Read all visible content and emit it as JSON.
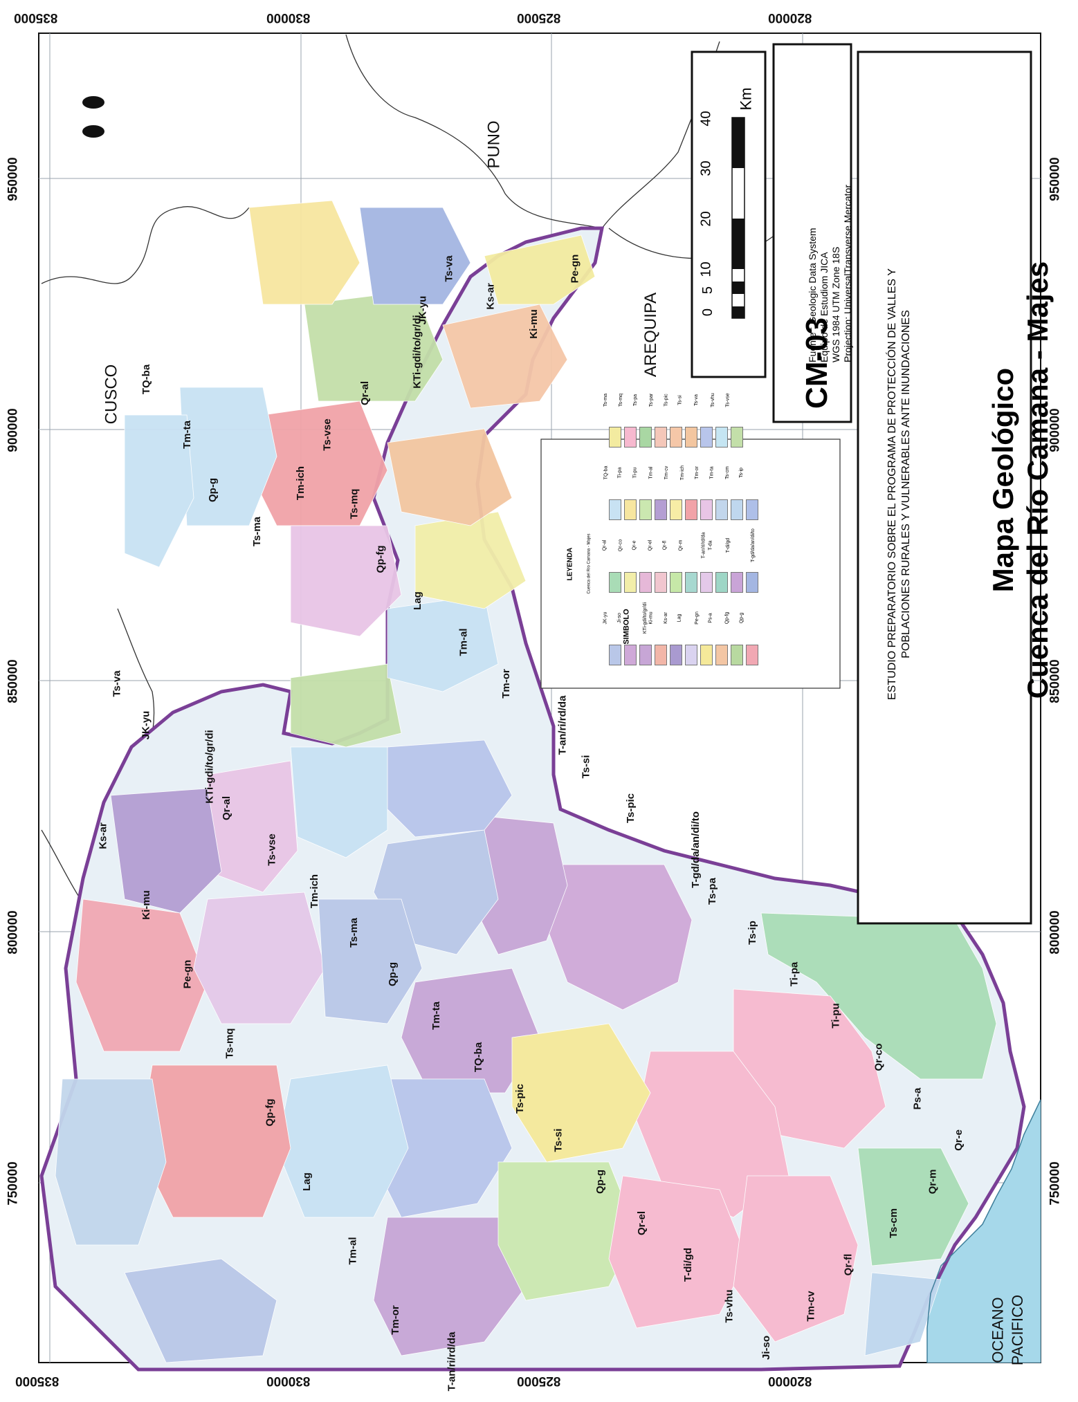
{
  "map": {
    "code": "CM-03",
    "title_line1": "Mapa Geológico",
    "title_line2": "Cuenca del Río Camana - Majes",
    "study_line1": "ESTUDIO PREPARATORIO SOBRE EL PROGRAMA DE PROTECCIÓN DE VALLES Y",
    "study_line2": "POBLACIONES RURALES Y VULNERABLES ANTE INUNDACIONES",
    "source": [
      "Fuente : Geologic Data System",
      "Equipo de Estudiom JICA",
      "WGS 1984 UTM Zone 18S",
      "Projection: UniversalTransverse Mercator"
    ],
    "scale_labels": [
      "0",
      "5",
      "10",
      "20",
      "30",
      "40"
    ],
    "scale_unit": "Km",
    "legend_title": "LEYENDA",
    "legend_basin_label": "Cuenca del Río Camana - Majes",
    "symbol_title": "SIMBOLO",
    "regions": {
      "cusco": "CUSCO",
      "puno": "PUNO",
      "arequipa": "AREQUIPA",
      "ocean_1": "OCEANO",
      "ocean_2": "PACIFICO"
    },
    "easting_ticks": [
      "835000",
      "830000",
      "825000",
      "820000"
    ],
    "northing_ticks": [
      "950000",
      "900000",
      "850000",
      "800000",
      "750000"
    ],
    "tick_suffix": "000000"
  },
  "legend_symbols": [
    {
      "code": "JK-yu",
      "color": "#b9c7e8"
    },
    {
      "code": "Ji-so",
      "color": "#cfa9d8"
    },
    {
      "code": "KTi-gdi/to/gr/di",
      "color": "#c7a6d6"
    },
    {
      "code": "Ki-mu",
      "color": "#f2b6a8"
    },
    {
      "code": "Ks-ar",
      "color": "#a99ad0"
    },
    {
      "code": "Lag",
      "color": "#dad3f0"
    },
    {
      "code": "Pe-gn",
      "color": "#f5e99a"
    },
    {
      "code": "Ps-a",
      "color": "#f3c6a4"
    },
    {
      "code": "Qp-fg",
      "color": "#b8d9a0"
    },
    {
      "code": "Qp-g",
      "color": "#f1a8b3"
    },
    {
      "code": "Qr-al",
      "color": "#a9dcb6"
    },
    {
      "code": "Qr-co",
      "color": "#f2eea9"
    },
    {
      "code": "Qr-e",
      "color": "#e6b8d8"
    },
    {
      "code": "Qr-el",
      "color": "#f1c6cf"
    },
    {
      "code": "Qr-fl",
      "color": "#c6e8a8"
    },
    {
      "code": "Qr-m",
      "color": "#a7d8d0"
    },
    {
      "code": "T-an/ri/rd/da",
      "color": "#e4c9e9"
    },
    {
      "code": "T-da",
      "color": "#9ed6c6"
    },
    {
      "code": "T-di/gd",
      "color": "#c9a4d7"
    },
    {
      "code": "T-gd/da/an/di/to",
      "color": "#a4b6e2"
    },
    {
      "code": "TQ-ba",
      "color": "#c8e2f3"
    },
    {
      "code": "Ti-pa",
      "color": "#f7e6a0"
    },
    {
      "code": "Ti-pu",
      "color": "#cbe8b0"
    },
    {
      "code": "Tm-al",
      "color": "#b49ed3"
    },
    {
      "code": "Tm-cv",
      "color": "#f7eda6"
    },
    {
      "code": "Tm-ich",
      "color": "#f1a3a8"
    },
    {
      "code": "Tm-or",
      "color": "#e8c5e6"
    },
    {
      "code": "Tm-ta",
      "color": "#c2d6ec"
    },
    {
      "code": "Ts-cm",
      "color": "#bfd7ee"
    },
    {
      "code": "Ts-ip",
      "color": "#aebfe8"
    },
    {
      "code": "Ts-ma",
      "color": "#f3eba0"
    },
    {
      "code": "Ts-mq",
      "color": "#f7b9cf"
    },
    {
      "code": "Ts-pa",
      "color": "#a9d7a3"
    },
    {
      "code": "Ts-par",
      "color": "#f4c7b9"
    },
    {
      "code": "Ts-pic",
      "color": "#f5c7a8"
    },
    {
      "code": "Ts-si",
      "color": "#f3c6a0"
    },
    {
      "code": "Ts-va",
      "color": "#b8c5eb"
    },
    {
      "code": "Ts-vhu",
      "color": "#c5e5f2"
    },
    {
      "code": "Ts-vse",
      "color": "#c3dfa9"
    }
  ],
  "unit_labels": [
    "TQ-ba",
    "Tm-ta",
    "Qp-g",
    "Ts-ma",
    "Tm-ich",
    "Ts-vse",
    "Qr-al",
    "KTi-gdi/to/gr/di",
    "JK-yu",
    "Ts-va",
    "Ks-ar",
    "Ki-mu",
    "Pe-gn",
    "Ts-mq",
    "Qp-fg",
    "Lag",
    "Tm-al",
    "Tm-or",
    "T-an/ri/rd/da",
    "Ts-si",
    "Ts-pic",
    "T-gd/da/an/di/to",
    "Ts-pa",
    "Ts-ip",
    "Ti-pa",
    "Ti-pu",
    "Qr-co",
    "Ps-a",
    "Qr-e",
    "Qr-m",
    "Ts-cm",
    "Qr-fl",
    "Tm-cv",
    "Ji-so",
    "Ts-vhu",
    "T-di/gd",
    "Qr-el",
    "Qp-g",
    "Ts-si",
    "Ts-pic"
  ]
}
